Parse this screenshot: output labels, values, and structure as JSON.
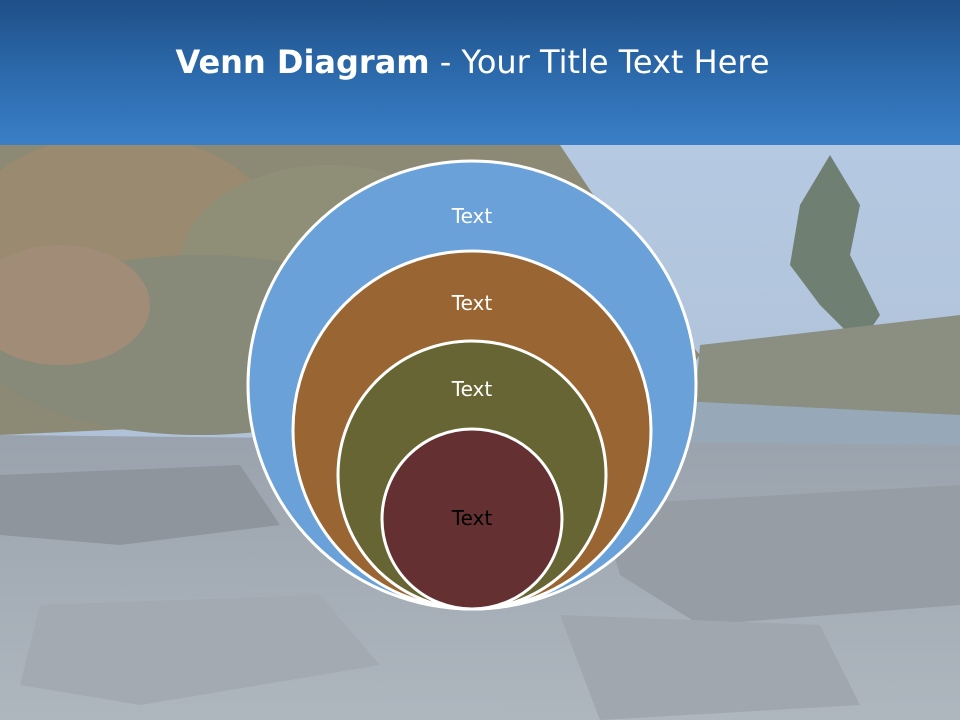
{
  "slide": {
    "title_bold": "Venn Diagram",
    "title_rest": " - Your Title Text Here"
  },
  "venn": {
    "rings": [
      {
        "label": "Text",
        "color": "#6aa1d8",
        "text_color": "#ffffff"
      },
      {
        "label": "Text",
        "color": "#996532",
        "text_color": "#ffffff"
      },
      {
        "label": "Text",
        "color": "#666533",
        "text_color": "#ffffff"
      },
      {
        "label": "Text",
        "color": "#643031",
        "text_color": "#000000"
      }
    ]
  }
}
